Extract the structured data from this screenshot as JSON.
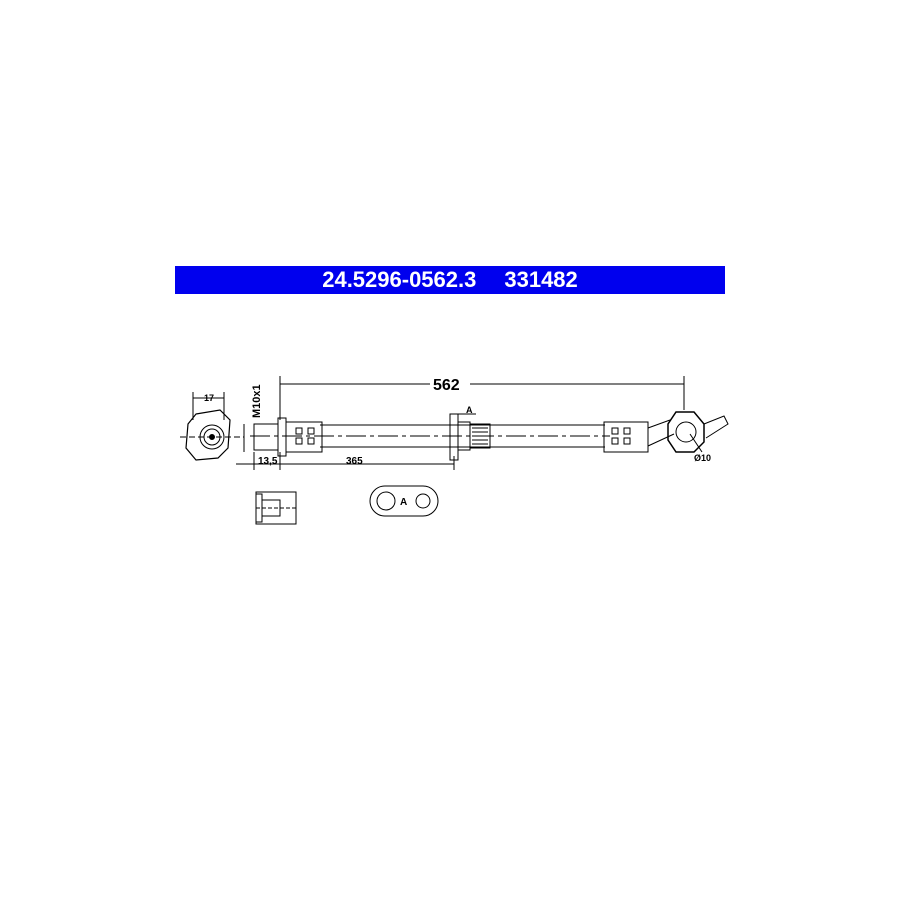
{
  "header": {
    "part_number": "24.5296-0562.3",
    "ref_number": "331482",
    "background_color": "#0000ee",
    "text_color": "#ffffff"
  },
  "drawing": {
    "overall_length": "562",
    "offset_length": "365",
    "fitting_width": "17",
    "thread": "M10x1",
    "thread_length": "13,5",
    "eye_diameter": "Ø10",
    "section_label": "A",
    "detail_label": "A"
  }
}
